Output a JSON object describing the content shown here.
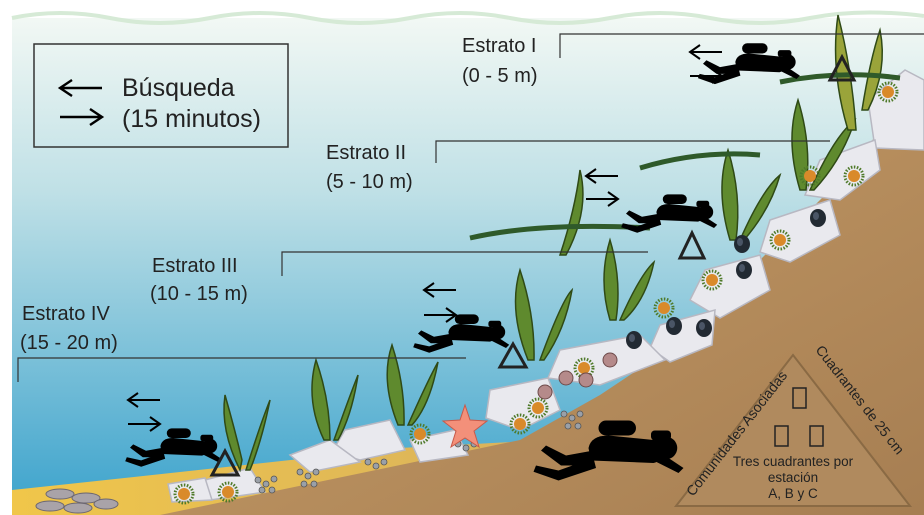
{
  "legend": {
    "search_label": "Búsqueda",
    "duration_label": "(15 minutos)"
  },
  "strata": [
    {
      "name": "Estrato I",
      "depth": "(0 - 5 m)"
    },
    {
      "name": "Estrato II",
      "depth": "(5 - 10 m)"
    },
    {
      "name": "Estrato III",
      "depth": "(10 - 15 m)"
    },
    {
      "name": "Estrato IV",
      "depth": "(15 - 20 m)"
    }
  ],
  "quadrant_diagram": {
    "left_side_label": "Comunidades Asociadas",
    "right_side_label": "Cuadrantes de 25 cm",
    "center_line_1": "Tres cuadrantes por",
    "center_line_2": "estación",
    "center_line_3": "A, B y C"
  },
  "colors": {
    "water_top": "#eef6f2",
    "water_bottom": "#3fa6cf",
    "seafloor": "#b58d5c",
    "sand": "#d9b45a",
    "kelp": "#5a7f2c",
    "rock": "#e8e8ec",
    "diver": "#000000",
    "starfish": "#f08a7a"
  },
  "icons": [
    "arrow-left-icon",
    "arrow-right-icon",
    "diver-icon",
    "triangle-marker-icon",
    "kelp-icon",
    "starfish-icon",
    "sea-urchin-icon",
    "quadrant-icon"
  ]
}
